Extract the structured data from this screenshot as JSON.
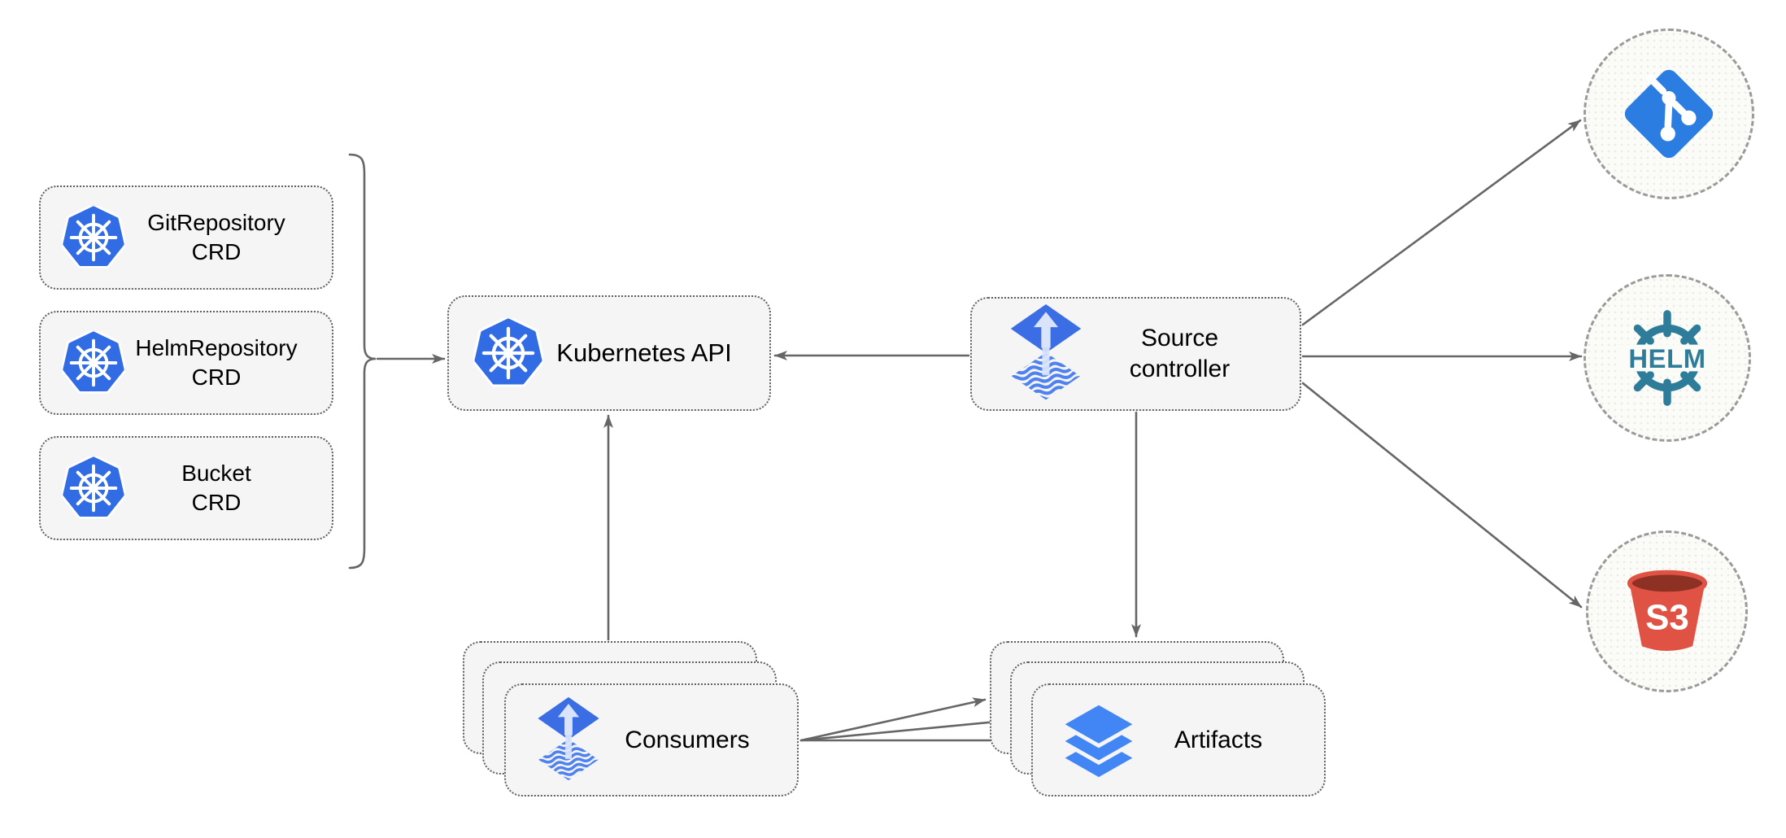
{
  "diagram": {
    "crd_boxes": [
      {
        "title": "GitRepository",
        "subtitle": "CRD",
        "icon": "kubernetes-icon"
      },
      {
        "title": "HelmRepository",
        "subtitle": "CRD",
        "icon": "kubernetes-icon"
      },
      {
        "title": "Bucket",
        "subtitle": "CRD",
        "icon": "kubernetes-icon"
      }
    ],
    "kubernetes_api": {
      "label": "Kubernetes API",
      "icon": "kubernetes-icon"
    },
    "source_controller": {
      "title": "Source",
      "subtitle": "controller",
      "icon": "flux-icon"
    },
    "consumers": {
      "label": "Consumers",
      "icon": "flux-icon",
      "stack_count": 3
    },
    "artifacts": {
      "label": "Artifacts",
      "icon": "layers-icon",
      "stack_count": 3
    },
    "external": [
      {
        "name": "git",
        "icon": "git-icon",
        "label": ""
      },
      {
        "name": "helm",
        "icon": "helm-icon",
        "label": "HELM"
      },
      {
        "name": "s3",
        "icon": "s3-bucket-icon",
        "label": "S3"
      }
    ],
    "connections": [
      {
        "from": "crd-group-bracket",
        "to": "kubernetes-api"
      },
      {
        "from": "source-controller",
        "to": "kubernetes-api"
      },
      {
        "from": "consumers",
        "to": "kubernetes-api"
      },
      {
        "from": "source-controller",
        "to": "artifacts"
      },
      {
        "from": "source-controller",
        "to": "git"
      },
      {
        "from": "source-controller",
        "to": "helm"
      },
      {
        "from": "source-controller",
        "to": "s3"
      },
      {
        "from": "consumers",
        "to": "artifacts",
        "count": 3
      }
    ],
    "colors": {
      "kubernetes_blue": "#326ce5",
      "flux_blue": "#3b6de4",
      "flux_stripe": "#4f82ee",
      "flux_arrow_light": "#d9e4fb",
      "layers_blue": "#4285f4",
      "git_blue": "#2b7de1",
      "helm_teal": "#2d7d9a",
      "s3_red": "#e05243",
      "s3_dark_red": "#8c3123",
      "arrow_gray": "#666666",
      "node_fill": "#f5f5f5",
      "circle_fill": "#fbfbf8",
      "text_color": "#000000"
    }
  }
}
